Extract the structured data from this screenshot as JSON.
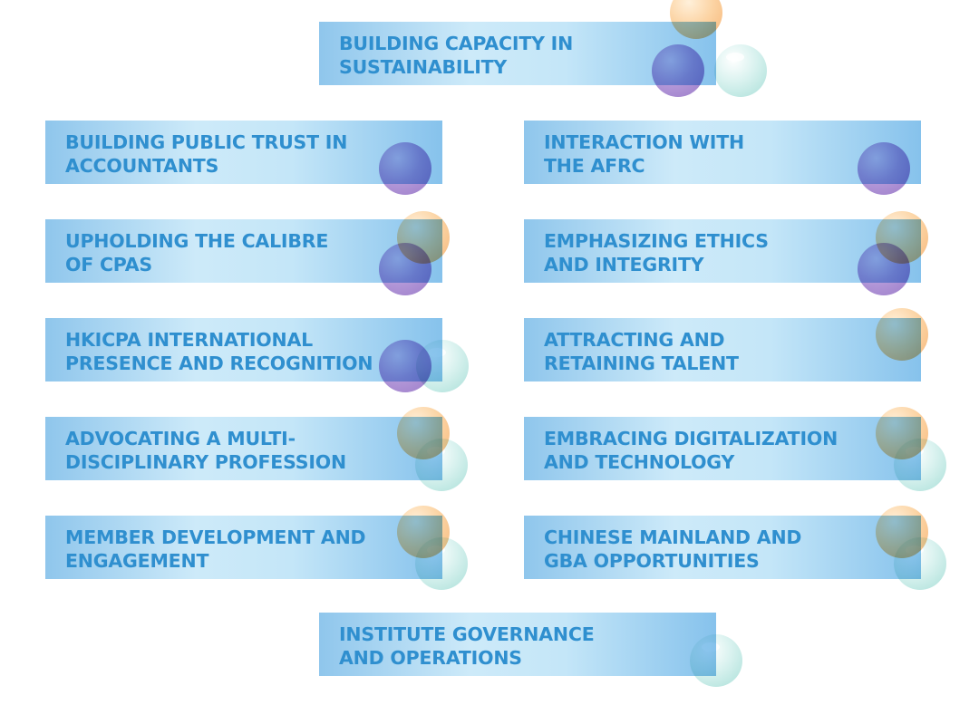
{
  "cards": [
    {
      "label": "BUILDING CAPACITY IN\nSUSTAINABILITY",
      "bubbles": [
        "orange",
        "purple",
        "teal"
      ]
    },
    {
      "label": "BUILDING PUBLIC TRUST IN\nACCOUNTANTS",
      "bubbles": [
        "purple"
      ]
    },
    {
      "label": "INTERACTION WITH\nTHE AFRC",
      "bubbles": [
        "purple"
      ]
    },
    {
      "label": "UPHOLDING THE CALIBRE\nOF CPAS",
      "bubbles": [
        "orange",
        "purple"
      ]
    },
    {
      "label": "EMPHASIZING ETHICS\nAND INTEGRITY",
      "bubbles": [
        "orange",
        "purple"
      ]
    },
    {
      "label": "HKICPA INTERNATIONAL\nPRESENCE AND RECOGNITION",
      "bubbles": [
        "purple",
        "teal"
      ]
    },
    {
      "label": "ATTRACTING AND\nRETAINING TALENT",
      "bubbles": [
        "orange"
      ]
    },
    {
      "label": "ADVOCATING A MULTI-\nDISCIPLINARY PROFESSION",
      "bubbles": [
        "orange",
        "teal"
      ]
    },
    {
      "label": "EMBRACING DIGITALIZATION\nAND TECHNOLOGY",
      "bubbles": [
        "orange",
        "teal"
      ]
    },
    {
      "label": "MEMBER DEVELOPMENT AND\nENGAGEMENT",
      "bubbles": [
        "orange",
        "teal"
      ]
    },
    {
      "label": "CHINESE MAINLAND AND\nGBA OPPORTUNITIES",
      "bubbles": [
        "orange",
        "teal"
      ]
    },
    {
      "label": "INSTITUTE GOVERNANCE\nAND OPERATIONS",
      "bubbles": [
        "teal"
      ]
    }
  ],
  "colors": {
    "text": "#2f8fcf",
    "card_edge": "#8fc6ec",
    "card_mid": "#cdeaf9",
    "bubble_purple": "#b59ad9",
    "bubble_orange": "#fcd4a4",
    "bubble_teal": "#d9f2ef"
  }
}
